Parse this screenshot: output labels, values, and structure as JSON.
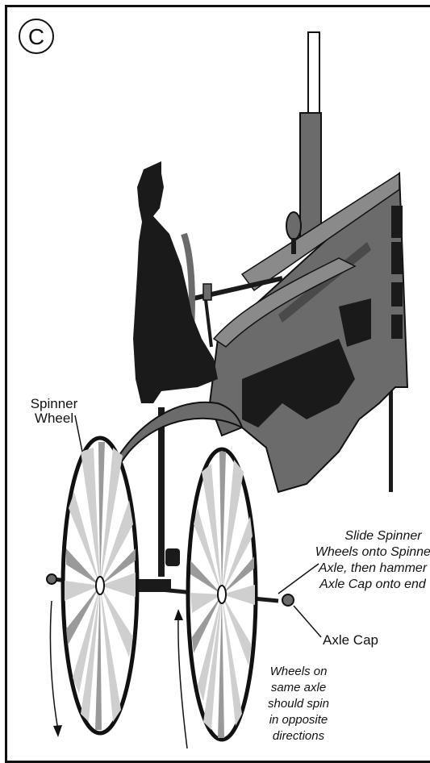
{
  "figure": {
    "letter": "C",
    "labels": {
      "spinner_wheel": [
        "Spinner",
        "Wheel"
      ],
      "slide_instruction": [
        "Slide Spinner",
        "Wheels onto Spinner",
        "Axle, then hammer",
        "Axle Cap onto end"
      ],
      "axle_cap": "Axle Cap",
      "spin_note": [
        "Wheels on",
        "same axle",
        "should spin",
        "in opposite",
        "directions"
      ]
    },
    "colors": {
      "silhouette": "#1a1a1a",
      "body_gray": "#6b6b6b",
      "body_gray_dark": "#4a4a4a",
      "spoke_light": "#cfcfcf",
      "spoke_mid": "#9a9a9a"
    }
  }
}
